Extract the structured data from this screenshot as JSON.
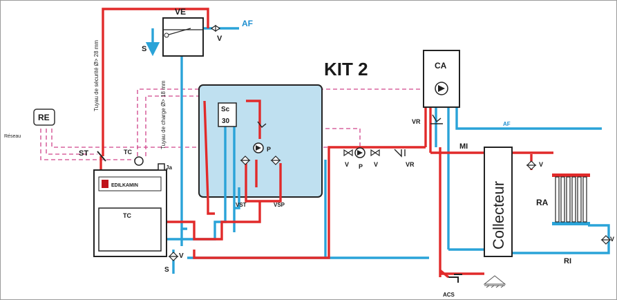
{
  "labels": {
    "ve": "VE",
    "af_top": "AF",
    "s_top": "S",
    "v_top": "V",
    "kit": "KIT 2",
    "ca": "CA",
    "re": "RE",
    "reseau": "Réseau",
    "st": "ST",
    "tc_valve": "TC",
    "ja": "Ja",
    "brand": "EDILKAMIN",
    "tc_boiler": "TC",
    "v_bottom": "V",
    "s_bottom": "S",
    "sc": "Sc",
    "sc_num": "30",
    "p_kit": "P",
    "vst": "VST",
    "vsp": "VSP",
    "v_pump_left": "V",
    "p_pump": "P",
    "v_pump_right": "V",
    "vr_lower": "VR",
    "vr_upper": "VR",
    "af_right": "AF",
    "mi": "MI",
    "collecteur": "Collecteur",
    "v_ra_top": "V",
    "ra": "RA",
    "v_ra_bottom": "V",
    "ri": "RI",
    "acs": "ACS",
    "pipe_security": "Tuyau de sécurité Ø> 28 mm",
    "pipe_charge": "Tuyau de charge Ø> 18 mm"
  },
  "colors": {
    "hot": "#e12a2a",
    "cold": "#2aa3d8",
    "control": "#d0438a",
    "kit_panel": "#bfe0f0"
  }
}
